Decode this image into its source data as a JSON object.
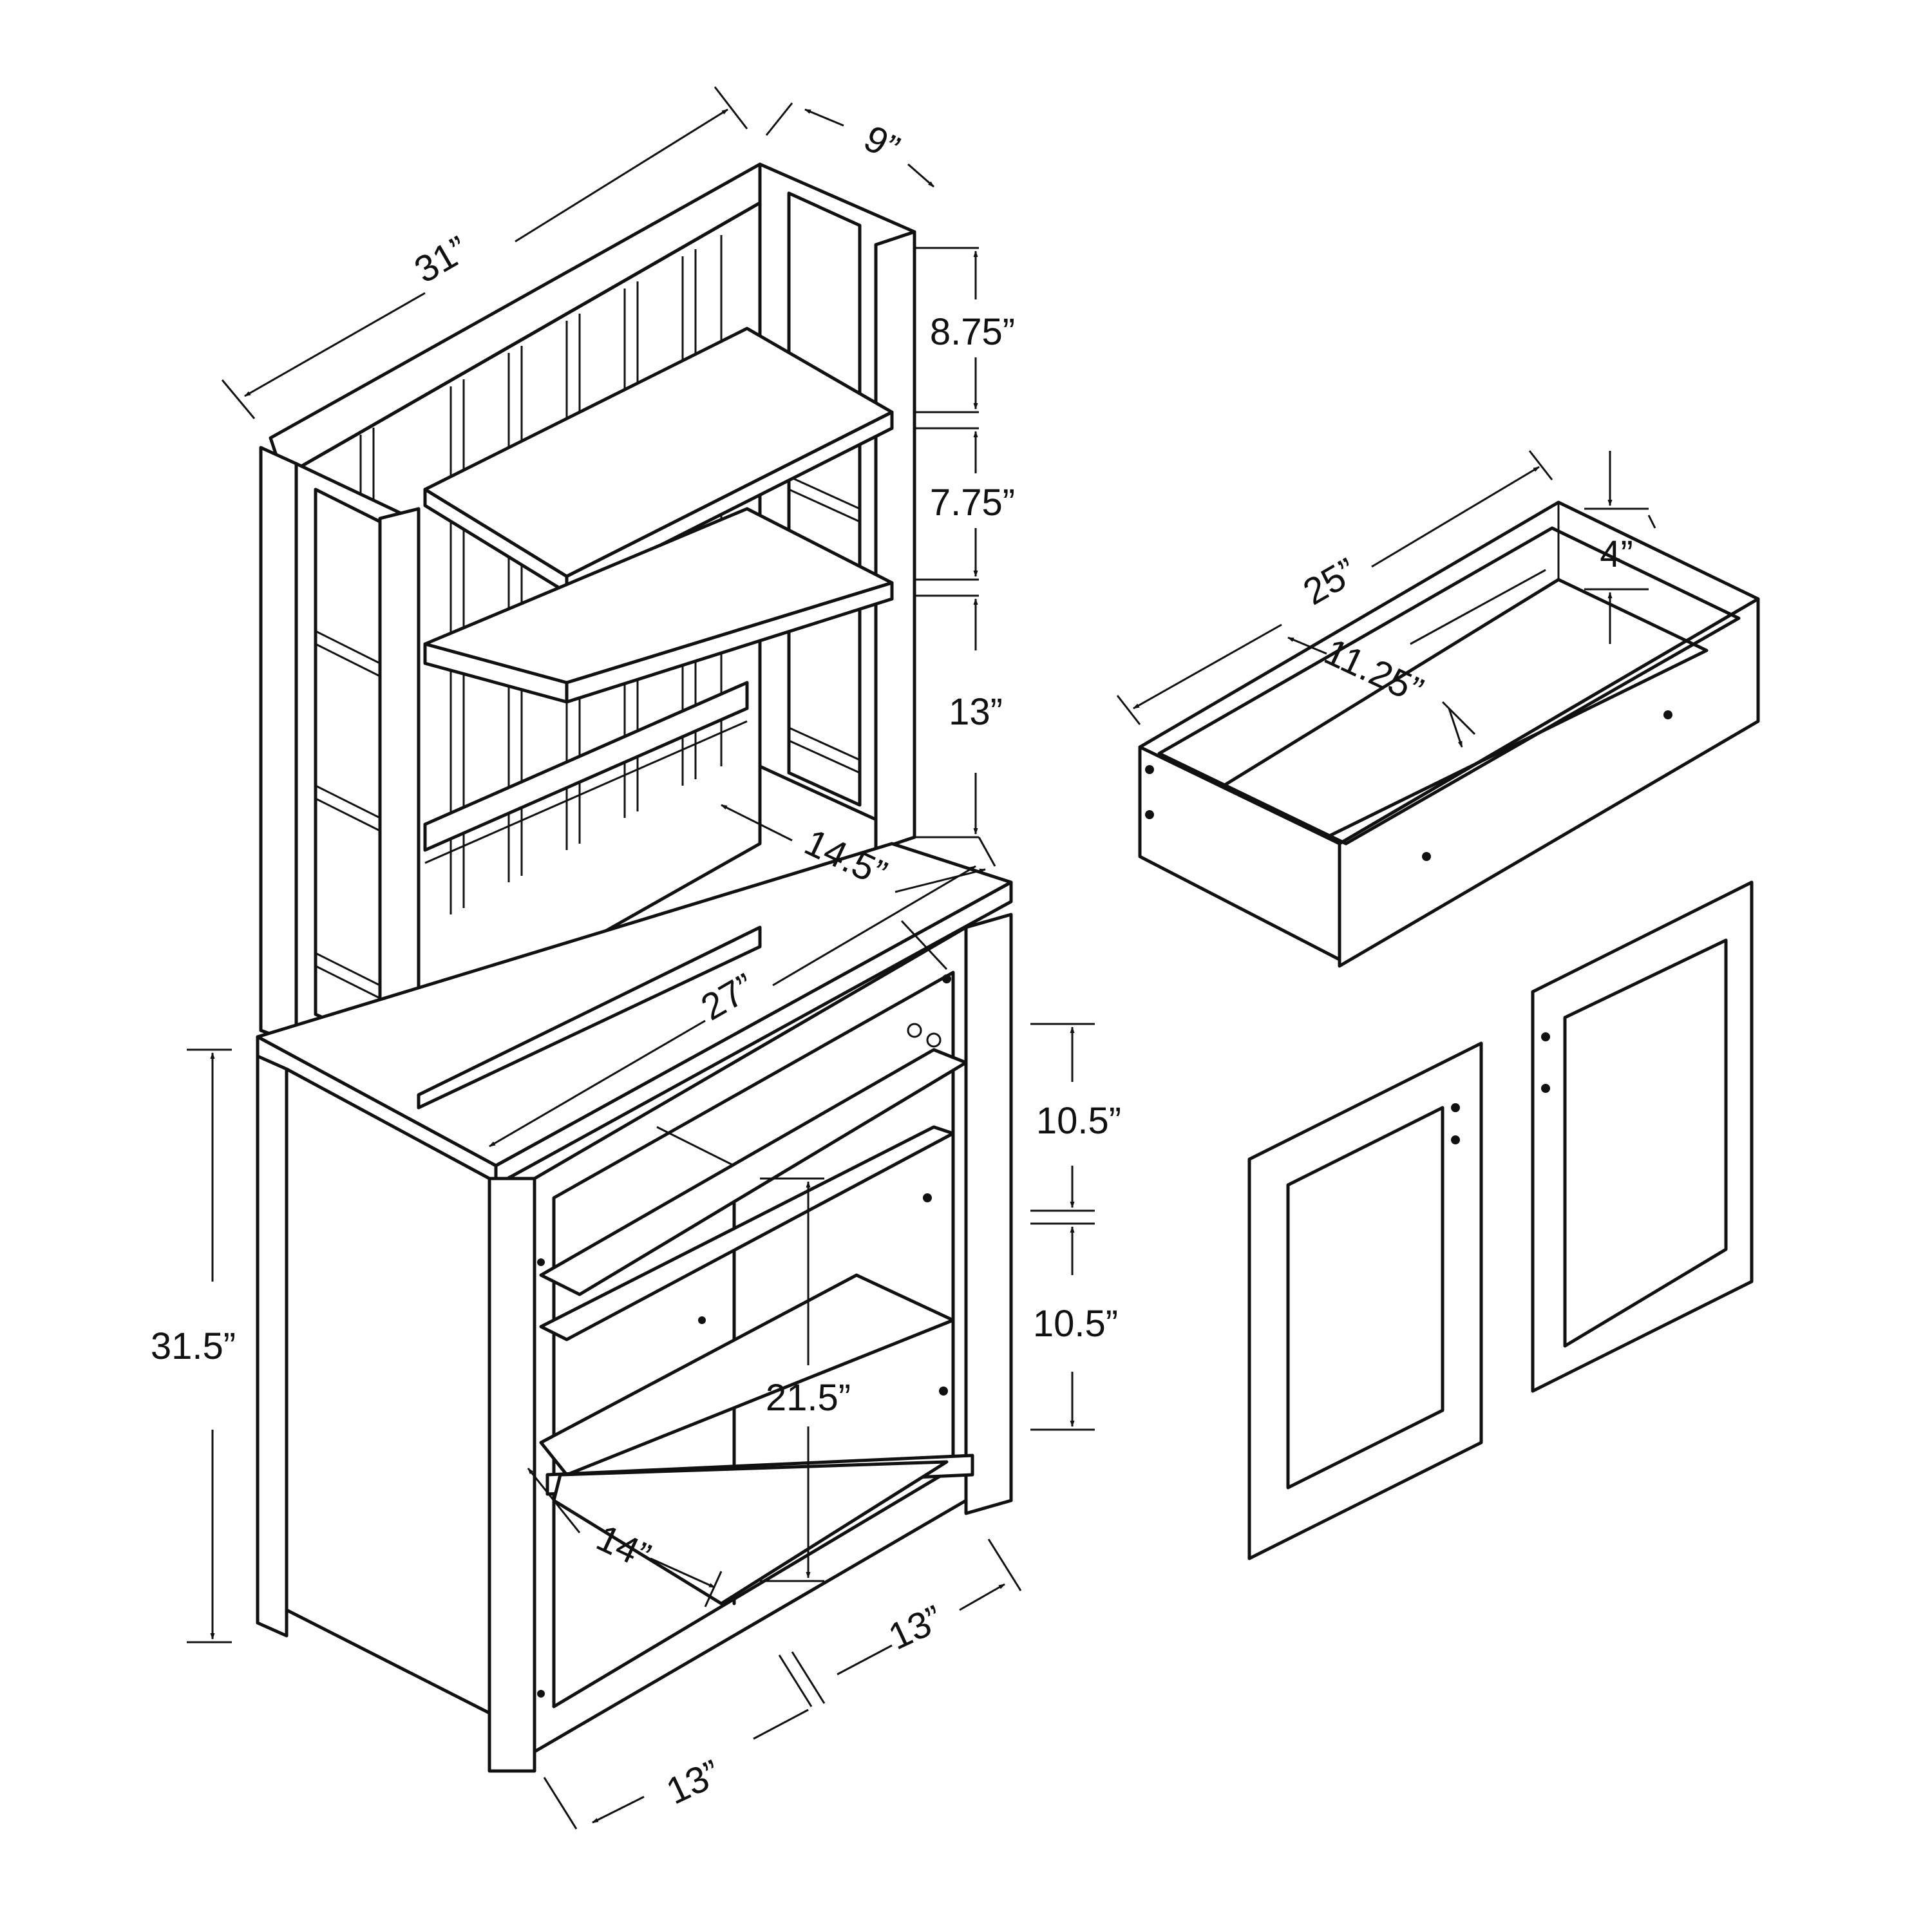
{
  "dimensions": {
    "top_width": "31”",
    "top_depth": "9”",
    "hutch_h1": "8.75”",
    "hutch_h2": "7.75”",
    "hutch_h3": "13”",
    "counter_depth": "14.5”",
    "counter_width": "27”",
    "base_height": "31.5”",
    "cab_h1": "10.5”",
    "cab_h2": "10.5”",
    "cab_inner_height": "21.5”",
    "cab_inner_depth": "14”",
    "bottom_width_right": "13”",
    "bottom_width_left": "13”",
    "drawer_width": "25”",
    "drawer_depth": "11.25”",
    "drawer_height": "4”"
  },
  "colors": {
    "line": "#111111",
    "background": "#ffffff"
  }
}
